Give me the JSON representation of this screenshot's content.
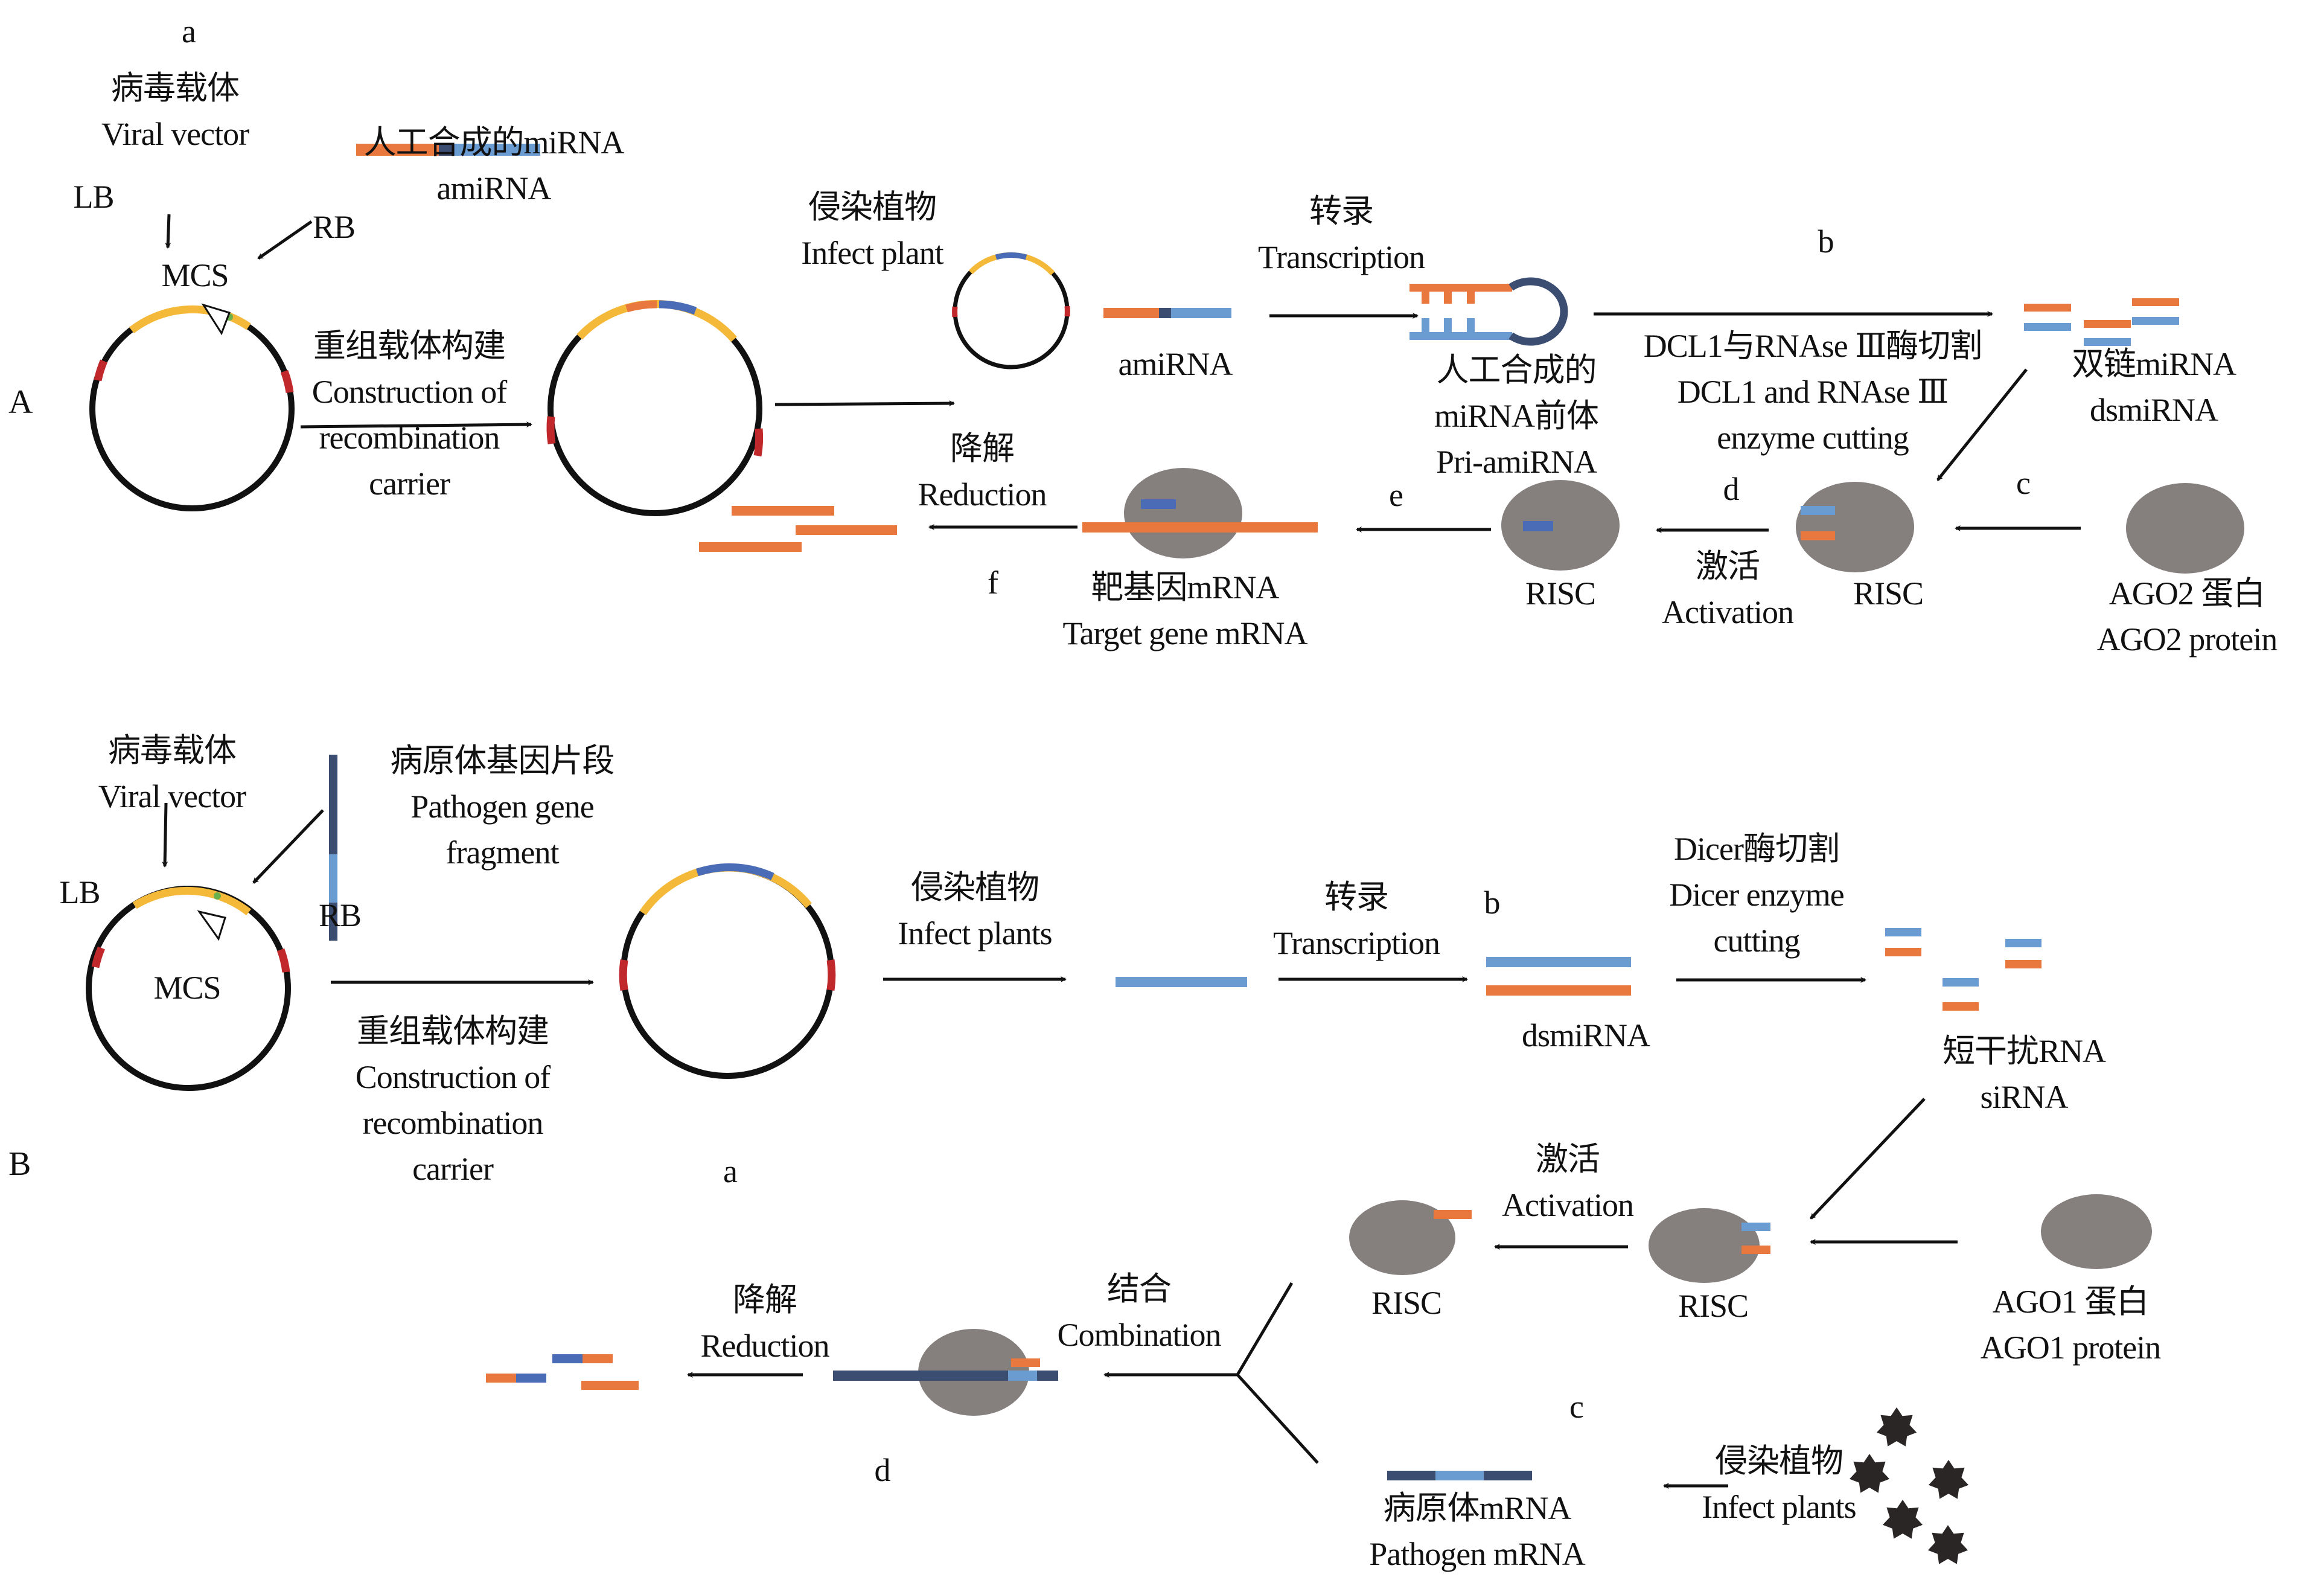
{
  "colors": {
    "orange": "#E8783E",
    "light_blue": "#6A9BD1",
    "mid_blue": "#4A6CB6",
    "dark_blue": "#3B4E72",
    "yellow": "#F5B93A",
    "red": "#C0282B",
    "green": "#6AB04C",
    "gray": "#857F7E",
    "black": "#111111"
  },
  "panelA": {
    "panel_label": "A",
    "steps": {
      "a": "a",
      "b": "b",
      "c": "c",
      "d": "d",
      "e": "e",
      "f": "f"
    },
    "viral_vector": {
      "zh": "病毒载体",
      "en": "Viral vector"
    },
    "amirna_input": {
      "zh": "人工合成的miRNA",
      "en": "amiRNA"
    },
    "lb": "LB",
    "rb": "RB",
    "mcs": "MCS",
    "construction": {
      "zh": "重组载体构建",
      "en1": "Construction of",
      "en2": "recombination",
      "en3": "carrier"
    },
    "infect": {
      "zh": "侵染植物",
      "en": "Infect plant"
    },
    "amirna": "amiRNA",
    "transcription": {
      "zh": "转录",
      "en": "Transcription"
    },
    "pri_amirna": {
      "zh1": "人工合成的",
      "zh2": "miRNA前体",
      "en": "Pri-amiRNA"
    },
    "dcl1": {
      "zh": "DCL1与RNAse Ⅲ酶切割",
      "en1": "DCL1 and RNAse Ⅲ",
      "en2": "enzyme cutting"
    },
    "dsmirna": {
      "zh": "双链miRNA",
      "en": "dsmiRNA"
    },
    "ago2": {
      "zh": "AGO2 蛋白",
      "en": "AGO2 protein"
    },
    "risc1": "RISC",
    "risc2": "RISC",
    "activation": {
      "zh": "激活",
      "en": "Activation"
    },
    "target": {
      "zh": "靶基因mRNA",
      "en": "Target gene mRNA"
    },
    "reduction": {
      "zh": "降解",
      "en": "Reduction"
    }
  },
  "panelB": {
    "panel_label": "B",
    "steps": {
      "a": "a",
      "b": "b",
      "c": "c",
      "d": "d"
    },
    "viral_vector": {
      "zh": "病毒载体",
      "en": "Viral vector"
    },
    "fragment": {
      "zh": "病原体基因片段",
      "en1": "Pathogen gene",
      "en2": "fragment"
    },
    "lb": "LB",
    "rb": "RB",
    "mcs": "MCS",
    "construction": {
      "zh": "重组载体构建",
      "en1": "Construction of",
      "en2": "recombination",
      "en3": "carrier"
    },
    "infect": {
      "zh": "侵染植物",
      "en": "Infect plants"
    },
    "transcription": {
      "zh": "转录",
      "en": "Transcription"
    },
    "dsmirna": "dsmiRNA",
    "dicer": {
      "zh": "Dicer酶切割",
      "en1": "Dicer enzyme",
      "en2": "cutting"
    },
    "sirna": {
      "zh": "短干扰RNA",
      "en": "siRNA"
    },
    "ago1": {
      "zh": "AGO1 蛋白",
      "en": "AGO1 protein"
    },
    "risc1": "RISC",
    "risc2": "RISC",
    "activation": {
      "zh": "激活",
      "en": "Activation"
    },
    "combination": {
      "zh": "结合",
      "en": "Combination"
    },
    "reduction": {
      "zh": "降解",
      "en": "Reduction"
    },
    "pathogen_mrna": {
      "zh": "病原体mRNA",
      "en": "Pathogen mRNA"
    },
    "infect2": {
      "zh": "侵染植物",
      "en": "Infect plants"
    }
  }
}
